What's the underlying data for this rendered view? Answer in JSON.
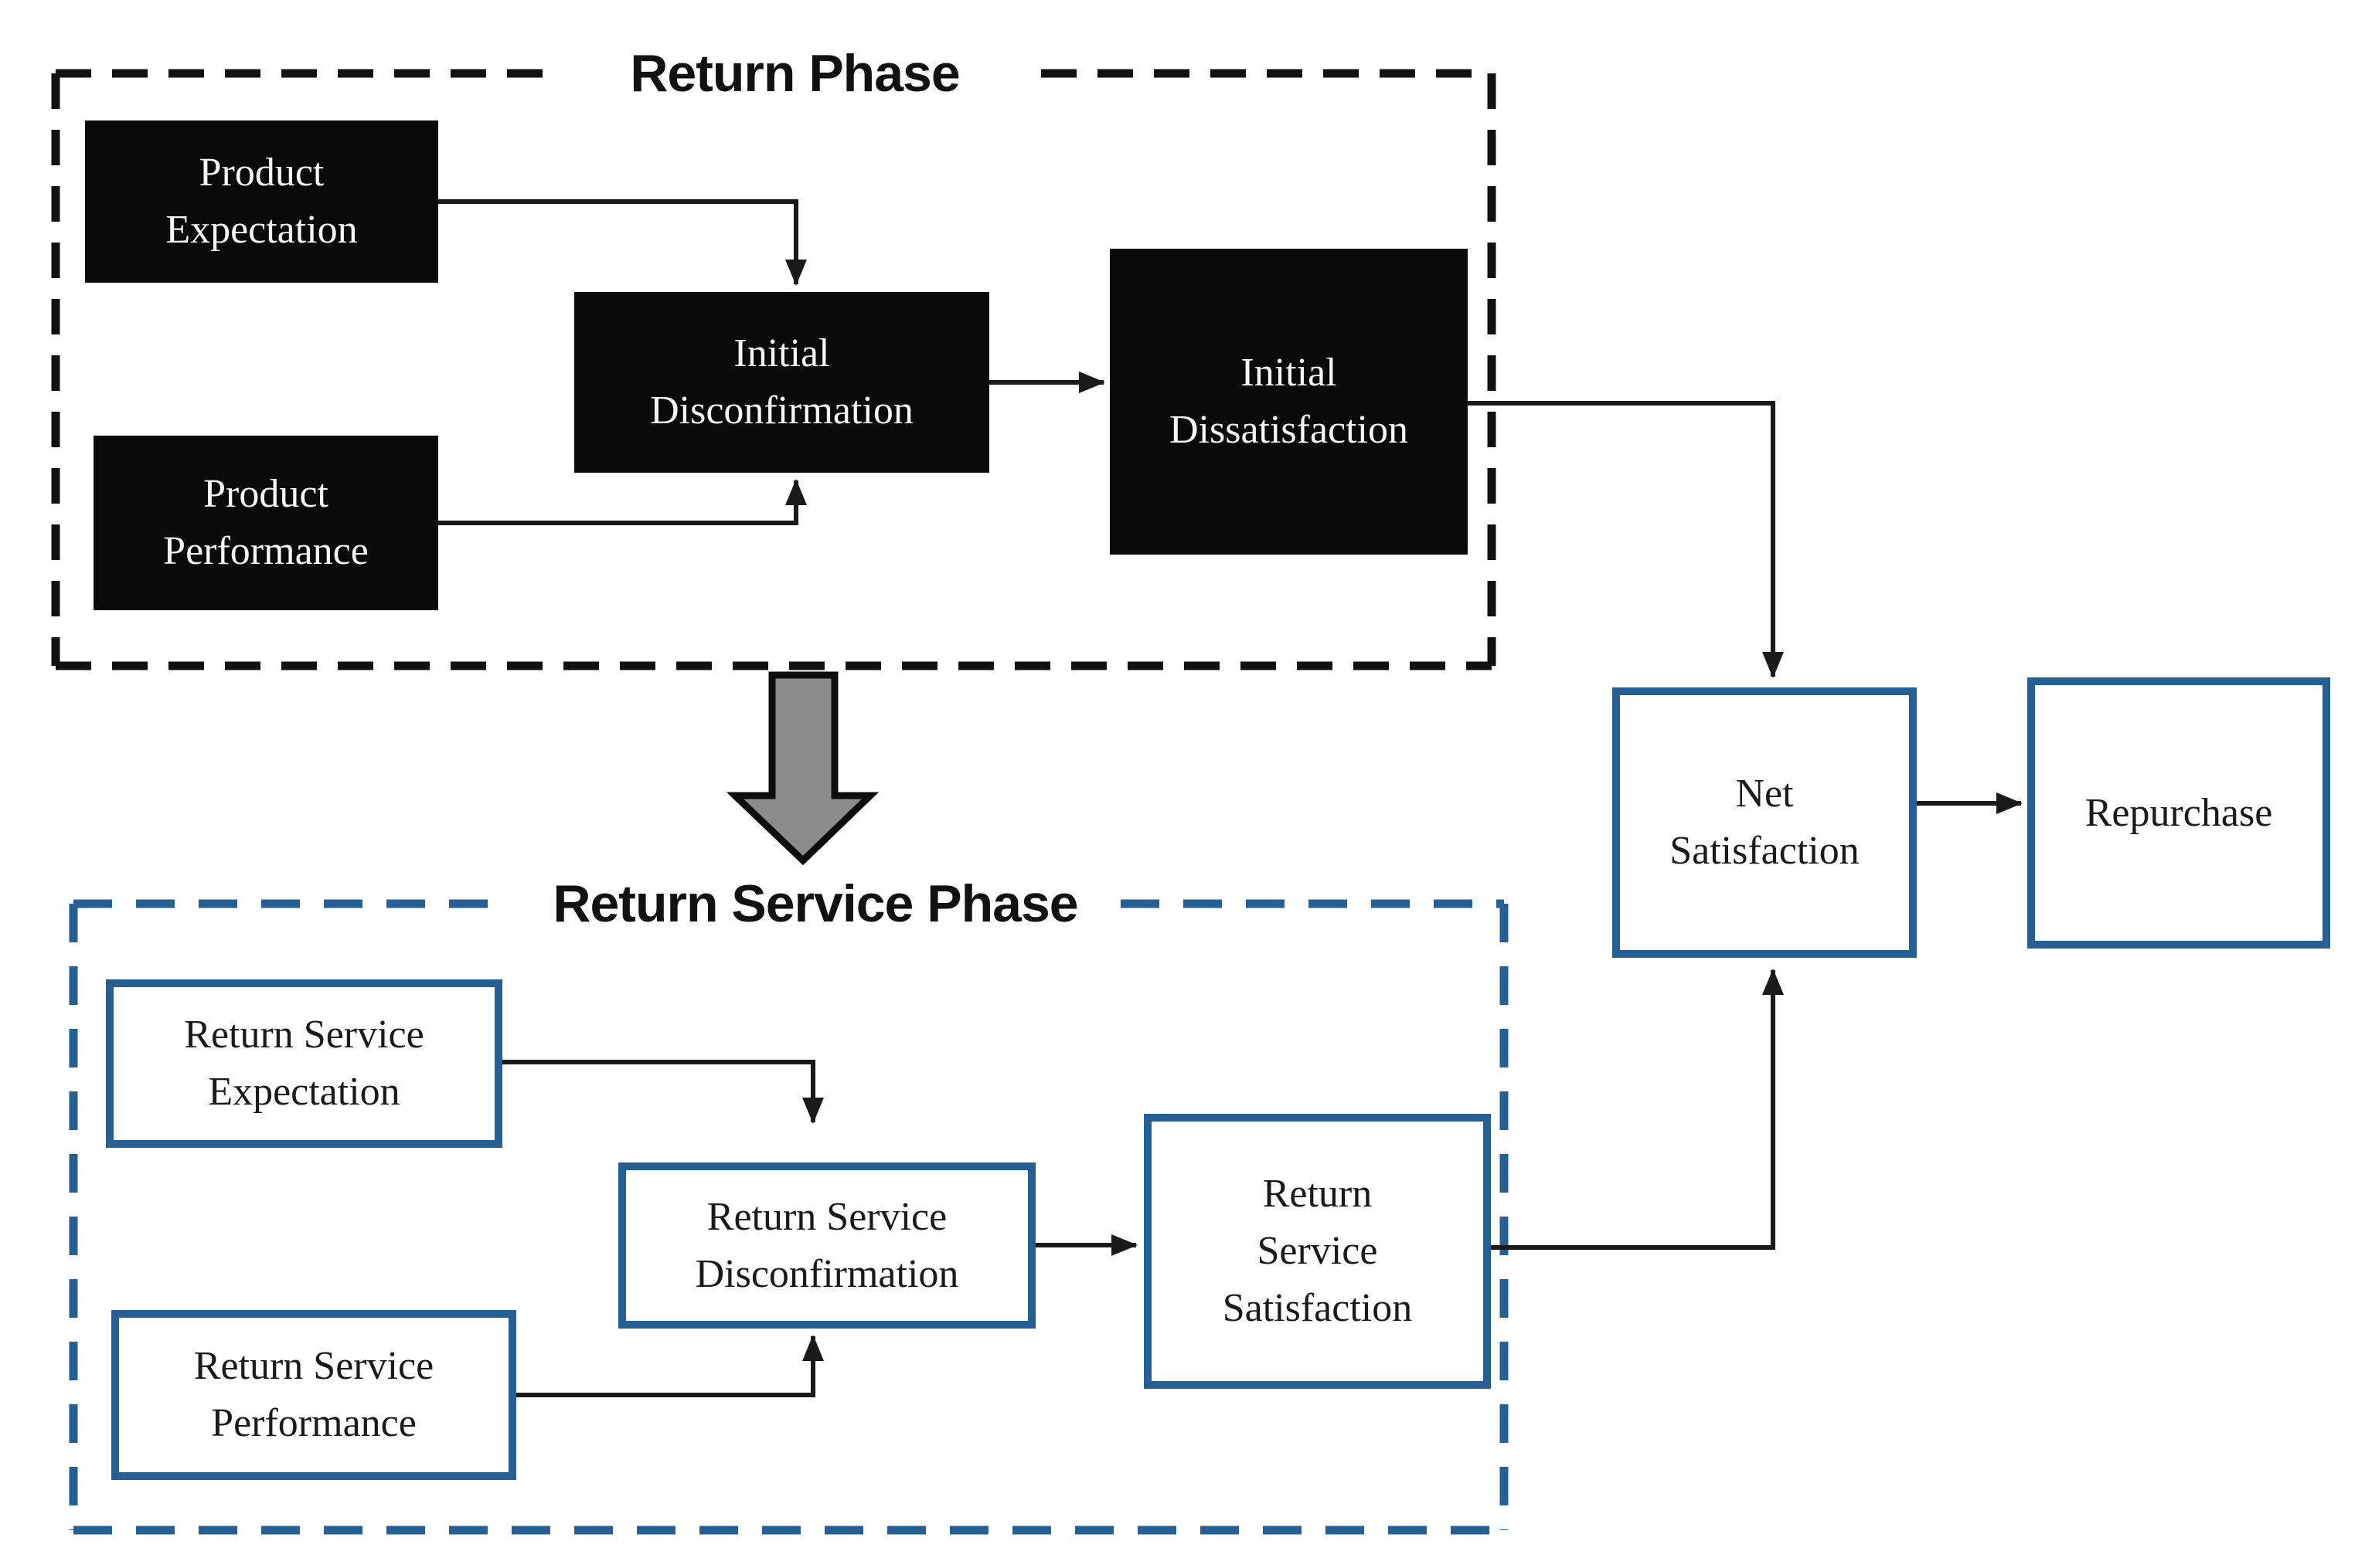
{
  "figure": {
    "type": "flow-diagram",
    "background": "#ffffff",
    "colors": {
      "background": "#ffffff",
      "phase1_line": "#111111",
      "phase2_accent": "#265f94",
      "node_black_fill": "#0a0a0a",
      "node_text_light": "#f7f7f7",
      "node_text_dark": "#1a1a1a",
      "connector": "#1a1a1a",
      "transition_arrow_fill": "#8b8b8b",
      "transition_arrow_outline": "#0d0d0d"
    },
    "phases": [
      {
        "id": "return-phase",
        "title": "Return Phase",
        "border_style": "black-dashed",
        "nodes": [
          {
            "id": "product-expectation",
            "label": "Product\nExpectation",
            "style": "black-filled"
          },
          {
            "id": "product-performance",
            "label": "Product\nPerformance",
            "style": "black-filled"
          },
          {
            "id": "initial-disconfirmation",
            "label": "Initial\nDisconfirmation",
            "style": "black-filled"
          },
          {
            "id": "initial-dissatisfaction",
            "label": "Initial\nDissatisfaction",
            "style": "black-filled"
          }
        ]
      },
      {
        "id": "return-service-phase",
        "title": "Return Service Phase",
        "border_style": "blue-dashed",
        "nodes": [
          {
            "id": "return-service-expectation",
            "label": "Return Service\nExpectation",
            "style": "blue-outline"
          },
          {
            "id": "return-service-performance",
            "label": "Return Service\nPerformance",
            "style": "blue-outline"
          },
          {
            "id": "return-service-disconfirmation",
            "label": "Return Service\nDisconfirmation",
            "style": "blue-outline"
          },
          {
            "id": "return-service-satisfaction",
            "label": "Return\nService\nSatisfaction",
            "style": "blue-outline"
          }
        ]
      }
    ],
    "outcomes": [
      {
        "id": "net-satisfaction",
        "label": "Net\nSatisfaction",
        "style": "blue-outline"
      },
      {
        "id": "repurchase",
        "label": "Repurchase",
        "style": "blue-outline"
      }
    ],
    "edges": [
      {
        "from": "product-expectation",
        "to": "initial-disconfirmation",
        "style": "arrow"
      },
      {
        "from": "product-performance",
        "to": "initial-disconfirmation",
        "style": "arrow"
      },
      {
        "from": "initial-disconfirmation",
        "to": "initial-dissatisfaction",
        "style": "arrow"
      },
      {
        "from": "initial-dissatisfaction",
        "to": "net-satisfaction",
        "style": "arrow"
      },
      {
        "from": "return-phase",
        "to": "return-service-phase",
        "style": "block-arrow"
      },
      {
        "from": "return-service-expectation",
        "to": "return-service-disconfirmation",
        "style": "arrow"
      },
      {
        "from": "return-service-performance",
        "to": "return-service-disconfirmation",
        "style": "arrow"
      },
      {
        "from": "return-service-disconfirmation",
        "to": "return-service-satisfaction",
        "style": "arrow"
      },
      {
        "from": "return-service-satisfaction",
        "to": "net-satisfaction",
        "style": "arrow"
      },
      {
        "from": "net-satisfaction",
        "to": "repurchase",
        "style": "arrow"
      }
    ]
  }
}
